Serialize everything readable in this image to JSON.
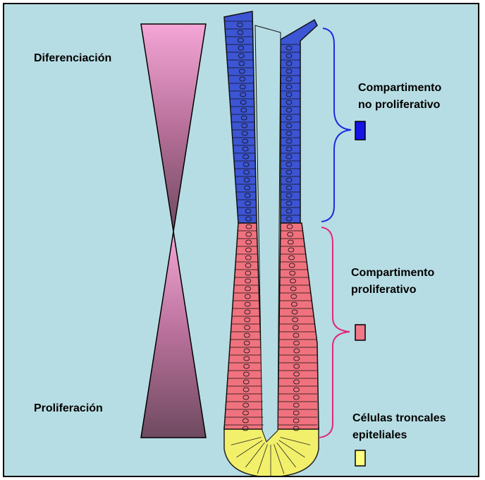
{
  "labels": {
    "differentiation": "Diferenciación",
    "proliferation": "Proliferación",
    "non_proliferative": [
      "Compartimento",
      "no proliferativo"
    ],
    "proliferative": [
      "Compartimento",
      "proliferativo"
    ],
    "stem_cells": [
      "Células troncales",
      "epiteliales"
    ]
  },
  "colors": {
    "background": "#b7dde4",
    "non_proliferative": "#3c55d4",
    "proliferative": "#f0727e",
    "stem_cells": "#f2f06a",
    "triangle_top": "#f4a6d6",
    "triangle_bottom": "#6e4a60"
  },
  "legend_swatches": [
    {
      "name": "non-proliferative-swatch",
      "color": "#1414e6"
    },
    {
      "name": "proliferative-swatch",
      "color": "#f07888"
    },
    {
      "name": "stem-cells-swatch",
      "color": "#ffff80"
    }
  ]
}
